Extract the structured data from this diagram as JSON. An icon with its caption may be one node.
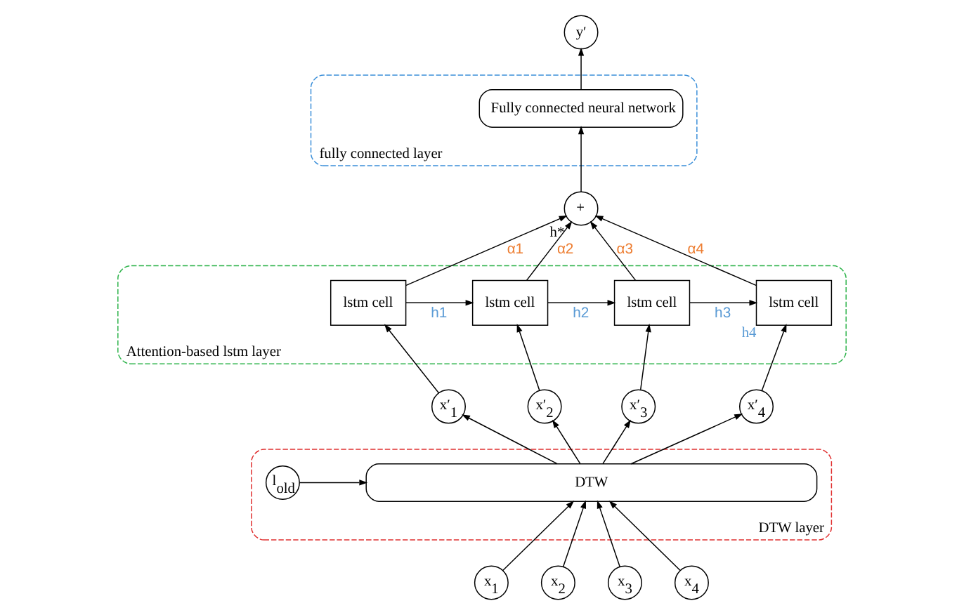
{
  "diagram": {
    "nodes": [
      {
        "text": [
          "y′"
        ]
      },
      {
        "text": [
          "fully connected layer"
        ]
      },
      {
        "text": [
          "Fully connected neural network"
        ],
        "in": 1
      },
      {
        "text": [
          "+"
        ],
        "beside": [
          "h*"
        ]
      },
      {
        "text": [
          "Attention-based lstm layer"
        ]
      },
      {
        "text": [
          "lstm cell"
        ],
        "in": 4
      },
      {
        "text": [
          "lstm cell"
        ],
        "in": 4
      },
      {
        "text": [
          "lstm cell"
        ],
        "in": 4
      },
      {
        "text": [
          "lstm cell"
        ],
        "in": 4,
        "beside": [
          "h4"
        ]
      },
      {
        "text": [
          "x′$_{1}$"
        ]
      },
      {
        "text": [
          "x′$_{2}$"
        ]
      },
      {
        "text": [
          "x′$_{3}$"
        ]
      },
      {
        "text": [
          "x′$_{4}$"
        ]
      },
      {
        "text": [
          "DTW layer"
        ]
      },
      {
        "text": [
          "l$_{old}$"
        ],
        "in": 13
      },
      {
        "text": [
          "DTW"
        ],
        "in": 13
      },
      {
        "text": [
          "x$_{1}$"
        ]
      },
      {
        "text": [
          "x$_{2}$"
        ]
      },
      {
        "text": [
          "x$_{3}$"
        ]
      },
      {
        "text": [
          "x$_{4}$"
        ]
      }
    ],
    "edges": [
      {
        "from": 2,
        "to": 0,
        "arrow": "to"
      },
      {
        "from": 3,
        "to": 2,
        "arrow": "to"
      },
      {
        "from": 5,
        "to": 3,
        "arrow": "to",
        "label": "α1"
      },
      {
        "from": 6,
        "to": 3,
        "arrow": "to",
        "label": "α2"
      },
      {
        "from": 7,
        "to": 3,
        "arrow": "to",
        "label": "α3"
      },
      {
        "from": 8,
        "to": 3,
        "arrow": "to",
        "label": "α4"
      },
      {
        "from": 5,
        "to": 6,
        "arrow": "to",
        "label": "h1"
      },
      {
        "from": 6,
        "to": 7,
        "arrow": "to",
        "label": "h2"
      },
      {
        "from": 7,
        "to": 8,
        "arrow": "to",
        "label": "h3"
      },
      {
        "from": 9,
        "to": 5,
        "arrow": "to"
      },
      {
        "from": 10,
        "to": 6,
        "arrow": "to"
      },
      {
        "from": 11,
        "to": 7,
        "arrow": "to"
      },
      {
        "from": 12,
        "to": 8,
        "arrow": "to"
      },
      {
        "from": 15,
        "to": 9,
        "arrow": "to"
      },
      {
        "from": 15,
        "to": 10,
        "arrow": "to"
      },
      {
        "from": 15,
        "to": 11,
        "arrow": "to"
      },
      {
        "from": 15,
        "to": 12,
        "arrow": "to"
      },
      {
        "from": 14,
        "to": 15,
        "arrow": "to"
      },
      {
        "from": 16,
        "to": 15,
        "arrow": "to"
      },
      {
        "from": 17,
        "to": 15,
        "arrow": "to"
      },
      {
        "from": 18,
        "to": 15,
        "arrow": "to"
      },
      {
        "from": 19,
        "to": 15,
        "arrow": "to"
      }
    ]
  }
}
